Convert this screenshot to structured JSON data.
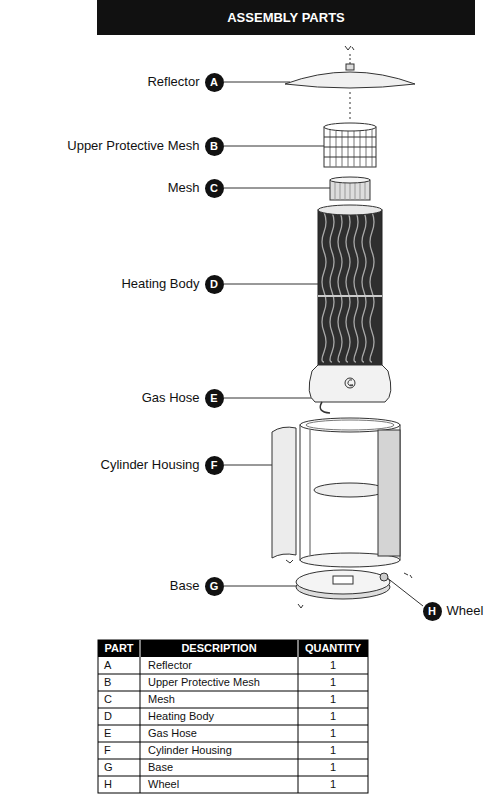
{
  "diagram": {
    "title": "ASSEMBLY PARTS",
    "nodes": [
      {
        "text": [
          "Reflector",
          "A"
        ]
      },
      {
        "text": [
          "Upper Protective Mesh",
          "B"
        ]
      },
      {
        "text": [
          "Mesh",
          "C"
        ]
      },
      {
        "text": [
          "Heating Body",
          "D"
        ]
      },
      {
        "text": [
          "Gas Hose",
          "E"
        ]
      },
      {
        "text": [
          "Cylinder Housing",
          "F"
        ]
      },
      {
        "text": [
          "Base",
          "G"
        ]
      },
      {
        "text": [
          "H",
          "Wheel"
        ]
      }
    ],
    "labels": [
      "PART",
      "DESCRIPTION",
      "QUANTITY",
      "A",
      "Reflector",
      "1",
      "B",
      "Upper Protective Mesh",
      "1",
      "C",
      "Mesh",
      "1",
      "D",
      "Heating Body",
      "1",
      "E",
      "Gas Hose",
      "1",
      "F",
      "Cylinder Housing",
      "1",
      "G",
      "Base",
      "1",
      "H",
      "Wheel",
      "1"
    ]
  }
}
